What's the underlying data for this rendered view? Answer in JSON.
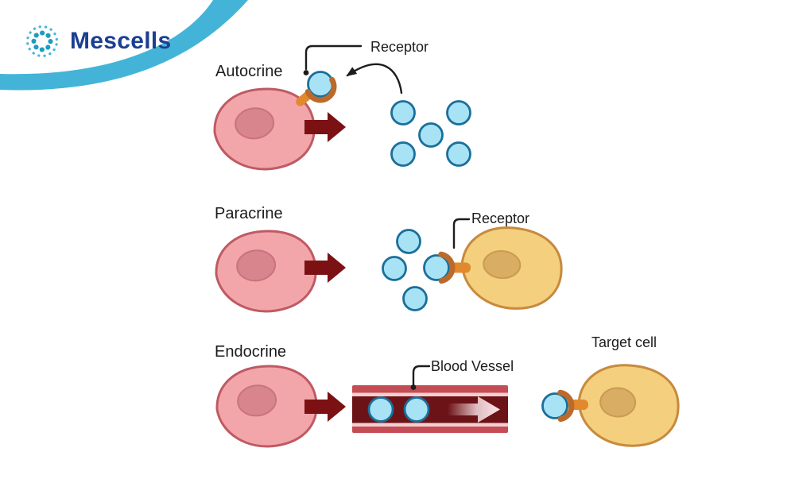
{
  "brand": {
    "name": "Mescells"
  },
  "sections": {
    "autocrine": {
      "label": "Autocrine",
      "receptor_label": "Receptor"
    },
    "paracrine": {
      "label": "Paracrine",
      "receptor_label": "Receptor"
    },
    "endocrine": {
      "label": "Endocrine",
      "vessel_label": "Blood Vessel",
      "target_cell_label": "Target cell"
    }
  },
  "figure": {
    "autocrine": {
      "free_molecules": 5,
      "bound_molecules": 1
    },
    "paracrine": {
      "free_molecules": 3,
      "bound_molecules": 1
    },
    "endocrine": {
      "vessel_molecules": 2,
      "bound_molecules": 1
    }
  },
  "colors": {
    "brand_navy": "#1b3f92",
    "swoosh_blue": "#43b4d7",
    "logo_teal": "#1d9cc0",
    "logo_teal_light": "#48b7d8",
    "label_text": "#1c1c1c",
    "cell_pink": "#f2a6aa",
    "cell_pink_border": "#bf5a64",
    "nucleus_pink": "#d9858e",
    "nucleus_pink_border": "#c8737d",
    "cell_yellow": "#f3cf7e",
    "cell_yellow_border": "#c78a3d",
    "nucleus_yellow": "#d9ad63",
    "nucleus_yellow_border": "#c89b51",
    "molecule_blue": "#a7e2f5",
    "molecule_border": "#1a6f9a",
    "arrow_maroon": "#7c1114",
    "receptor_orange": "#e1892d",
    "receptor_cup": "#bc6a2b",
    "vessel_wall": "#c44d55",
    "vessel_stripe": "#f4cfd1",
    "vessel_lumen": "#6c1317",
    "vessel_flow": "#fce6ea"
  }
}
